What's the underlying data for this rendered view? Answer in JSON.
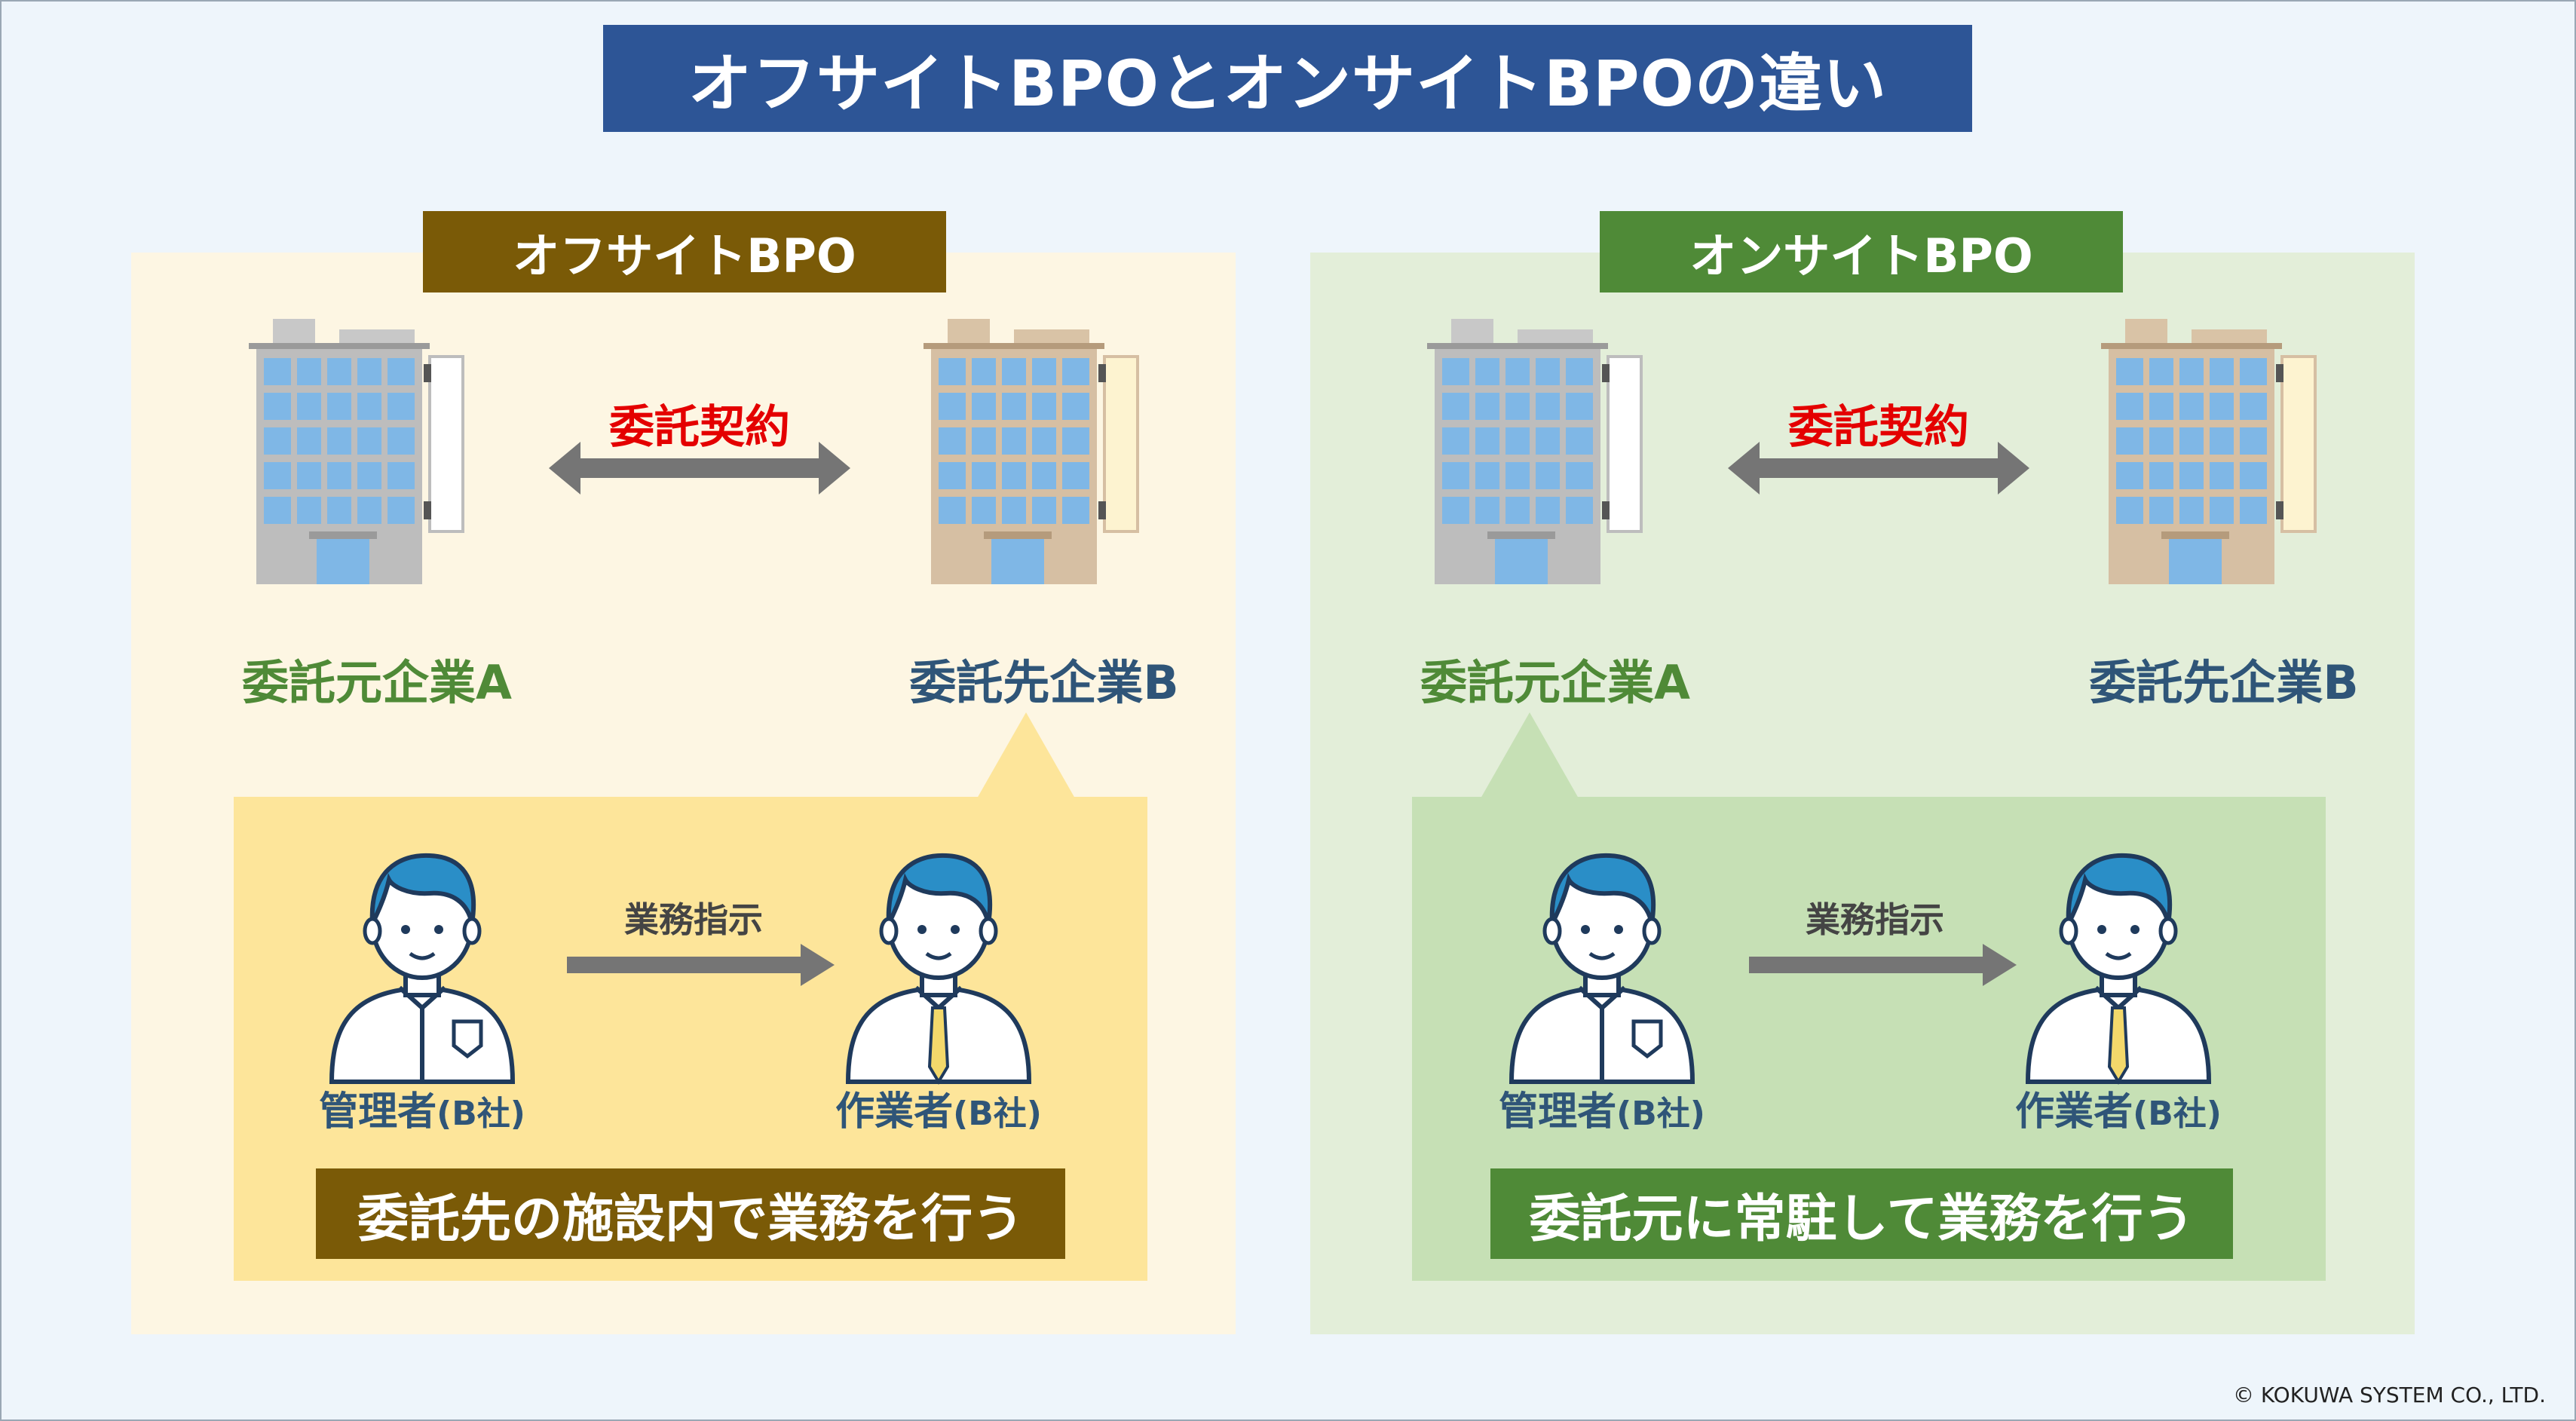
{
  "title": "オフサイトBPOとオンサイトBPOの違い",
  "offsite": {
    "section_title": "オフサイトBPO",
    "company_a": "委託元企業A",
    "company_b": "委託先企業B",
    "contract_label": "委託契約",
    "instruction_label": "業務指示",
    "manager_label": "管理者",
    "manager_company": "(B社)",
    "worker_label": "作業者",
    "worker_company": "(B社)",
    "footer": "委託先の施設内で業務を行う"
  },
  "onsite": {
    "section_title": "オンサイトBPO",
    "company_a": "委託元企業A",
    "company_b": "委託先企業B",
    "contract_label": "委託契約",
    "instruction_label": "業務指示",
    "manager_label": "管理者",
    "manager_company": "(B社)",
    "worker_label": "作業者",
    "worker_company": "(B社)",
    "footer": "委託元に常駐して業務を行う"
  },
  "copyright": "© KOKUWA SYSTEM CO., LTD.",
  "colors": {
    "title_bg": "#2d5596",
    "offsite_accent": "#7a5a07",
    "onsite_accent": "#4f8a37",
    "contract_red": "#e40000",
    "company_a_green": "#4f8a37",
    "company_b_navy": "#2f5578"
  }
}
